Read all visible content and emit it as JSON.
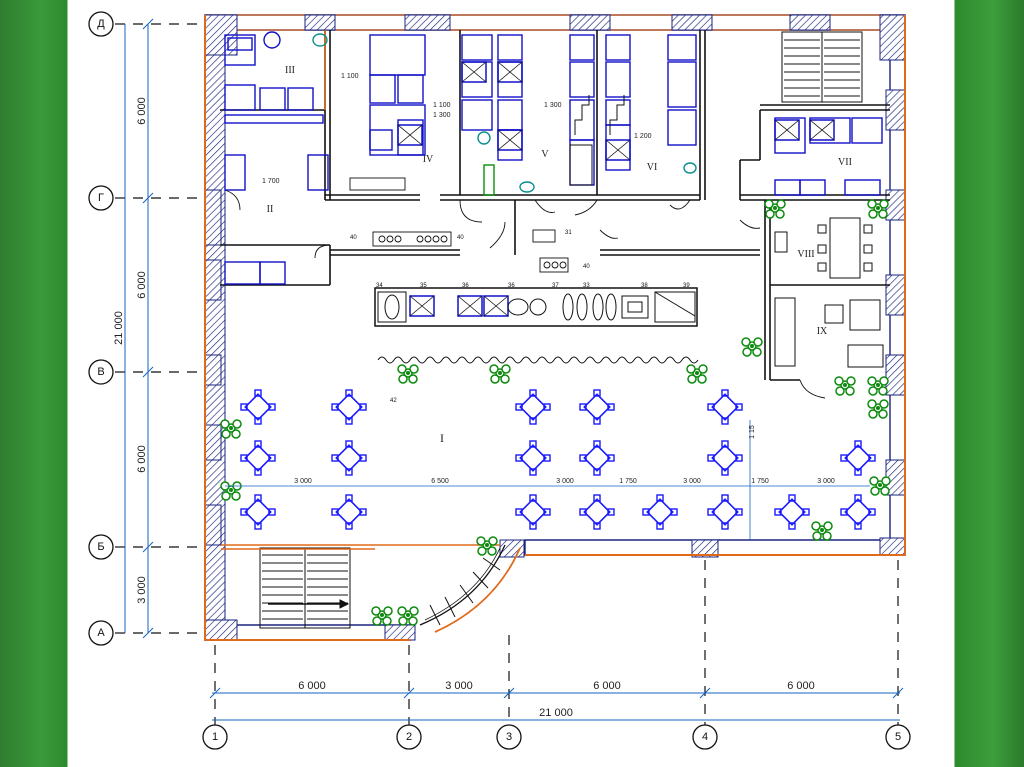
{
  "axes": {
    "rows": [
      "Д",
      "Г",
      "В",
      "Б",
      "А"
    ],
    "columns": [
      "1",
      "2",
      "3",
      "4",
      "5"
    ]
  },
  "dimensions": {
    "left_spans": [
      "6 000",
      "6 000",
      "6 000",
      "3 000"
    ],
    "left_total": "21 000",
    "bottom_spans": [
      "6 000",
      "3 000",
      "6 000",
      "6 000"
    ],
    "bottom_total": "21 000",
    "hall_dims": [
      "3 000",
      "6 500",
      "3 000",
      "1 750",
      "3 000",
      "1 750",
      "3 000"
    ],
    "hall_height": "1 15",
    "kitchen_dims": [
      "1 100",
      "1 100",
      "1 300",
      "1 300",
      "1 200",
      "1 700"
    ]
  },
  "rooms": [
    "I",
    "II",
    "III",
    "IV",
    "V",
    "VI",
    "VII",
    "VIII",
    "IX"
  ],
  "equipment_numbers": {
    "counter_row": [
      "34",
      "35",
      "36",
      "36",
      "37",
      "33",
      "38",
      "39"
    ],
    "table_tag": "42",
    "hall_labels": [
      "40",
      "40",
      "31",
      "40"
    ]
  },
  "colors": {
    "wall_hatch": "#1a237e",
    "equipment": "#1010c8",
    "furniture": "#1a1aff",
    "plants": "#0c8a0c",
    "dimension_lines": "#1565c0",
    "exterior": "#e06a1a",
    "background": "#2e8b2e"
  }
}
